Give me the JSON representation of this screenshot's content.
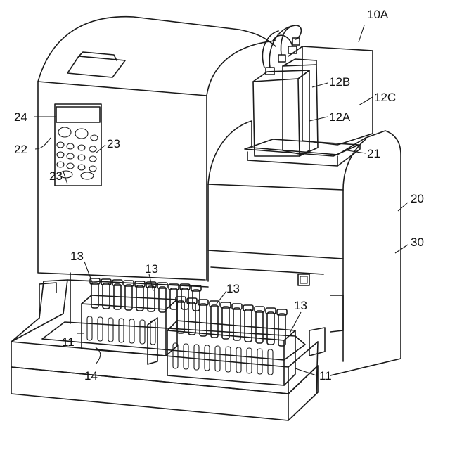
{
  "figure": {
    "labels": {
      "assembly": "10A",
      "reagent_b": "12B",
      "reagent_c": "12C",
      "reagent_a": "12A",
      "display": "24",
      "keypad": "22",
      "keys_right": "23",
      "keys_left": "23",
      "set_opening": "21",
      "body_20": "20",
      "body_30": "30",
      "tubes_left": "13",
      "tubes_mid": "13",
      "tubes_center": "13",
      "tubes_right": "13",
      "rack_left": "11",
      "rack_right": "11",
      "tray": "14"
    }
  }
}
